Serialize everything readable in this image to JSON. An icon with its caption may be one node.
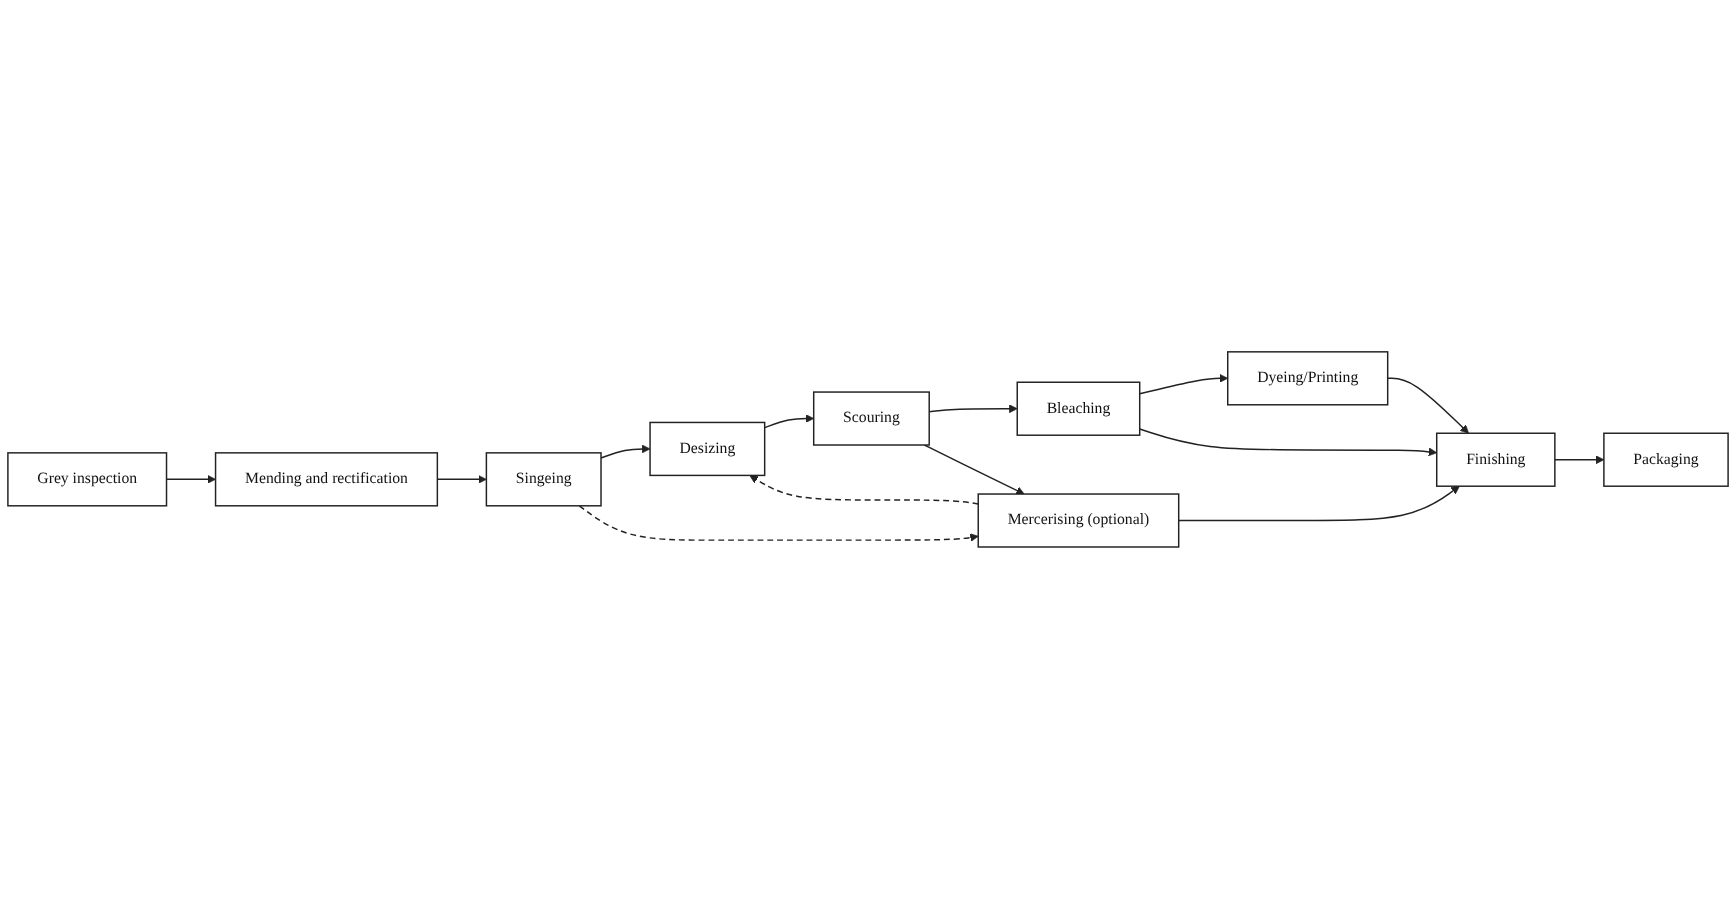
{
  "diagram": {
    "nodes": [
      {
        "text": [
          "Grey inspection"
        ]
      },
      {
        "text": [
          "Mending and rectification"
        ]
      },
      {
        "text": [
          "Singeing"
        ]
      },
      {
        "text": [
          "Dyeing/Printing"
        ]
      },
      {
        "text": [
          "Bleaching"
        ]
      },
      {
        "text": [
          "Scouring"
        ]
      },
      {
        "text": [
          "Desizing"
        ]
      },
      {
        "text": [
          "Packaging"
        ]
      },
      {
        "text": [
          "Finishing"
        ]
      },
      {
        "text": [
          "Mercerising (optional)"
        ]
      }
    ],
    "edges": [
      {
        "from": 0,
        "to": 1,
        "arrow": "to"
      },
      {
        "from": 1,
        "to": 2,
        "arrow": "to"
      },
      {
        "from": 2,
        "to": 6,
        "arrow": "to"
      },
      {
        "from": 2,
        "to": 9,
        "arrow": "to",
        "style": "dashed"
      },
      {
        "from": 6,
        "to": 5,
        "arrow": "to"
      },
      {
        "from": 5,
        "to": 4,
        "arrow": "to"
      },
      {
        "from": 4,
        "to": 3,
        "arrow": "to"
      },
      {
        "from": 3,
        "to": 8,
        "arrow": "to"
      },
      {
        "from": 4,
        "to": 8,
        "arrow": "to"
      },
      {
        "from": 5,
        "to": 9,
        "arrow": "to"
      },
      {
        "from": 9,
        "to": 6,
        "arrow": "to",
        "style": "dashed"
      },
      {
        "from": 9,
        "to": 8,
        "arrow": "to"
      },
      {
        "from": 8,
        "to": 7,
        "arrow": "to"
      }
    ]
  }
}
